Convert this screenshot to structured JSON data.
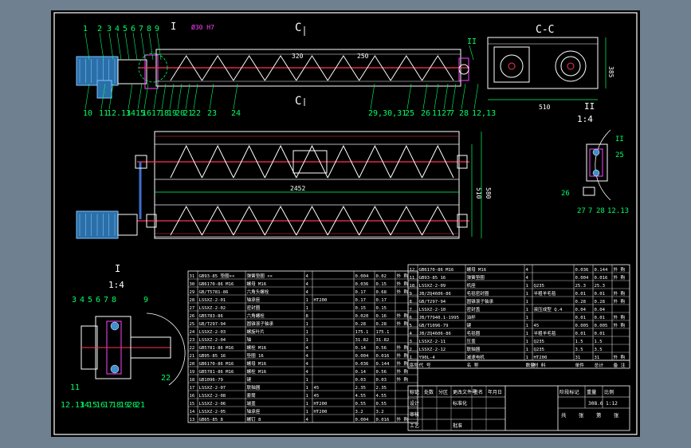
{
  "colors": {
    "background": "#6f8090",
    "sheet": "#000000",
    "frame": "#ffffff",
    "leader": "#00ff66",
    "dimension": "#00ff66",
    "component": "#ffffff",
    "flight": "#ffffff",
    "shaft": "#ff3355",
    "motor": "#3f8fcf",
    "hatch": "#ff44ff",
    "table_line": "#ffffff",
    "table_text": "#ffffff",
    "yellow": "#ffff44"
  },
  "views": {
    "front": {
      "part_numbers_top": [
        "1",
        "2",
        "3",
        "4",
        "5",
        "6",
        "7",
        "8",
        "9"
      ],
      "part_numbers_bottom": [
        "10",
        "11",
        "12.13",
        "14",
        "15",
        "16",
        "17",
        "18",
        "19",
        "20",
        "21",
        "22",
        "23",
        "24"
      ],
      "right_part_numbers_top": [
        "II"
      ],
      "right_part_numbers_bottom": [
        "29,30,31",
        "25",
        "26",
        "11",
        "27",
        "7",
        "28",
        "12,13"
      ],
      "left_detail_mark": "I",
      "section_marks": [
        "C",
        "C"
      ],
      "dims": [
        "Ø30 H7",
        "320",
        "250"
      ]
    },
    "section": {
      "title": "C-C",
      "dims": [
        "510",
        "385"
      ]
    },
    "plan": {
      "dims": [
        "2452",
        "510",
        "580"
      ]
    },
    "detail_ii": {
      "title": "II",
      "scale": "1:4",
      "labels": [
        "II",
        "25",
        "26",
        "27",
        "7",
        "28",
        "12.13"
      ]
    },
    "detail_i": {
      "title": "I",
      "scale": "1:4",
      "labels": [
        "3",
        "4",
        "5",
        "6",
        "7",
        "8",
        "9",
        "22",
        "11",
        "12.13",
        "14",
        "15",
        "16",
        "17",
        "18",
        "19",
        "20",
        "21"
      ]
    }
  },
  "bom_left": [
    [
      "31",
      "GB93-85 垫圈××",
      "弹簧垫圈 ××",
      "4",
      "",
      "0.004",
      "0.02",
      "外 购"
    ],
    [
      "30",
      "GB6170-86 M16",
      "螺母 M16",
      "4",
      "",
      "0.036",
      "0.15",
      "外 购"
    ],
    [
      "29",
      "GB/T5781-86",
      "六角头螺栓",
      "4",
      "",
      "0.17",
      "0.68",
      "外 购"
    ],
    [
      "28",
      "LSSXZ-2-01",
      "轴承座",
      "1",
      "HT200",
      "0.17",
      "0.17",
      ""
    ],
    [
      "27",
      "LSSXZ-2-02",
      "密封圈",
      "1",
      "",
      "0.15",
      "0.15",
      ""
    ],
    [
      "26",
      "GB5783-86",
      "六角螺栓",
      "8",
      "",
      "0.020",
      "0.16",
      "外 购"
    ],
    [
      "25",
      "GB/T297-94",
      "圆锥滚子轴承",
      "1",
      "",
      "0.28",
      "0.28",
      "外 购"
    ],
    [
      "24",
      "LSSXZ-2-03",
      "螺旋叶片",
      "1",
      "",
      "175.1",
      "175.1",
      ""
    ],
    [
      "23",
      "LSSXZ-2-04",
      "轴",
      "1",
      "",
      "31.82",
      "31.82",
      ""
    ],
    [
      "22",
      "GB5781-86 M16",
      "螺栓 M16",
      "4",
      "",
      "0.14",
      "0.56",
      "外 购"
    ],
    [
      "21",
      "GB95-85 16",
      "垫圈 16",
      "4",
      "",
      "0.004",
      "0.016",
      "外 购"
    ],
    [
      "20",
      "GB6170-86 M16",
      "螺母 M16",
      "4",
      "",
      "0.036",
      "0.144",
      "外 购"
    ],
    [
      "19",
      "GB5781-86 M16",
      "螺栓 M16",
      "4",
      "",
      "0.14",
      "0.56",
      "外 购"
    ],
    [
      "18",
      "GB1096-79",
      "键",
      "1",
      "",
      "0.03",
      "0.03",
      "外 购"
    ],
    [
      "17",
      "LSSXZ-2-07",
      "联轴器",
      "1",
      "45",
      "2.35",
      "2.35",
      ""
    ],
    [
      "16",
      "LSSXZ-2-08",
      "套筒",
      "1",
      "45",
      "4.55",
      "4.55",
      ""
    ],
    [
      "15",
      "LSSXZ-2-06",
      "端盖",
      "1",
      "HT200",
      "0.55",
      "0.55",
      ""
    ],
    [
      "14",
      "LSSXZ-2-05",
      "轴承座",
      "1",
      "HT200",
      "3.2",
      "3.2",
      ""
    ],
    [
      "13",
      "GB65-85 8",
      "螺钉 8",
      "4",
      "",
      "0.004",
      "0.016",
      "外 购"
    ]
  ],
  "bom_right": [
    [
      "12",
      "GB6170-86 M16",
      "螺母 M16",
      "4",
      "",
      "0.036",
      "0.144",
      "外 购"
    ],
    [
      "11",
      "GB93-85 16",
      "弹簧垫圈",
      "4",
      "",
      "0.004",
      "0.016",
      "外 购"
    ],
    [
      "10",
      "LSSXZ-2-09",
      "机座",
      "1",
      "Q235",
      "25.3",
      "25.3",
      ""
    ],
    [
      "9",
      "JB/ZQ4606-86",
      "毛毯密封圈",
      "1",
      "半粗羊毛毯",
      "0.01",
      "0.01",
      "外 购"
    ],
    [
      "8",
      "GB/T297-94",
      "圆锥滚子轴承",
      "1",
      "",
      "0.28",
      "0.28",
      "外 购"
    ],
    [
      "7",
      "LSSXZ-2-10",
      "密封盖",
      "1",
      "液压成型 Q.4",
      "0.04",
      "0.04",
      ""
    ],
    [
      "6",
      "JB/T7940.1-1995",
      "油杯",
      "1",
      "",
      "0.01",
      "0.01",
      "外 购"
    ],
    [
      "5",
      "GB/T1096-79",
      "键",
      "1",
      "45",
      "0.005",
      "0.005",
      "外 购"
    ],
    [
      "4",
      "JB/ZQ4606-86",
      "毛毯圈",
      "1",
      "半粗羊毛毯",
      "0.01",
      "0.01",
      ""
    ],
    [
      "3",
      "LSSXZ-2-11",
      "压盖",
      "1",
      "Q235",
      "1.5",
      "1.5",
      ""
    ],
    [
      "2",
      "LSSXZ-2-12",
      "联轴器",
      "1",
      "Q235",
      "3.5",
      "3.5",
      ""
    ],
    [
      "1",
      "Y90L-4",
      "减速电机",
      "1",
      "HT200",
      "31",
      "31",
      "外 购"
    ]
  ],
  "bom_header": [
    "序号",
    "代 号",
    "名 称",
    "数量",
    "材 料",
    "单件",
    "总计",
    "备 注"
  ],
  "title_block": {
    "rows": [
      [
        "标记",
        "处数",
        "分区",
        "更改文件号",
        "签名",
        "年月日"
      ],
      [
        "设计",
        "",
        "",
        "标准化",
        "",
        ""
      ],
      [
        "审核",
        "",
        "",
        "",
        "",
        ""
      ],
      [
        "工艺",
        "",
        "",
        "批准",
        "",
        ""
      ]
    ],
    "right_headers": [
      "阶段标记",
      "重量",
      "比例"
    ],
    "right_values": [
      "",
      "308.6",
      "1:12"
    ],
    "sheet_info": [
      "共",
      "张",
      "第",
      "张"
    ]
  }
}
